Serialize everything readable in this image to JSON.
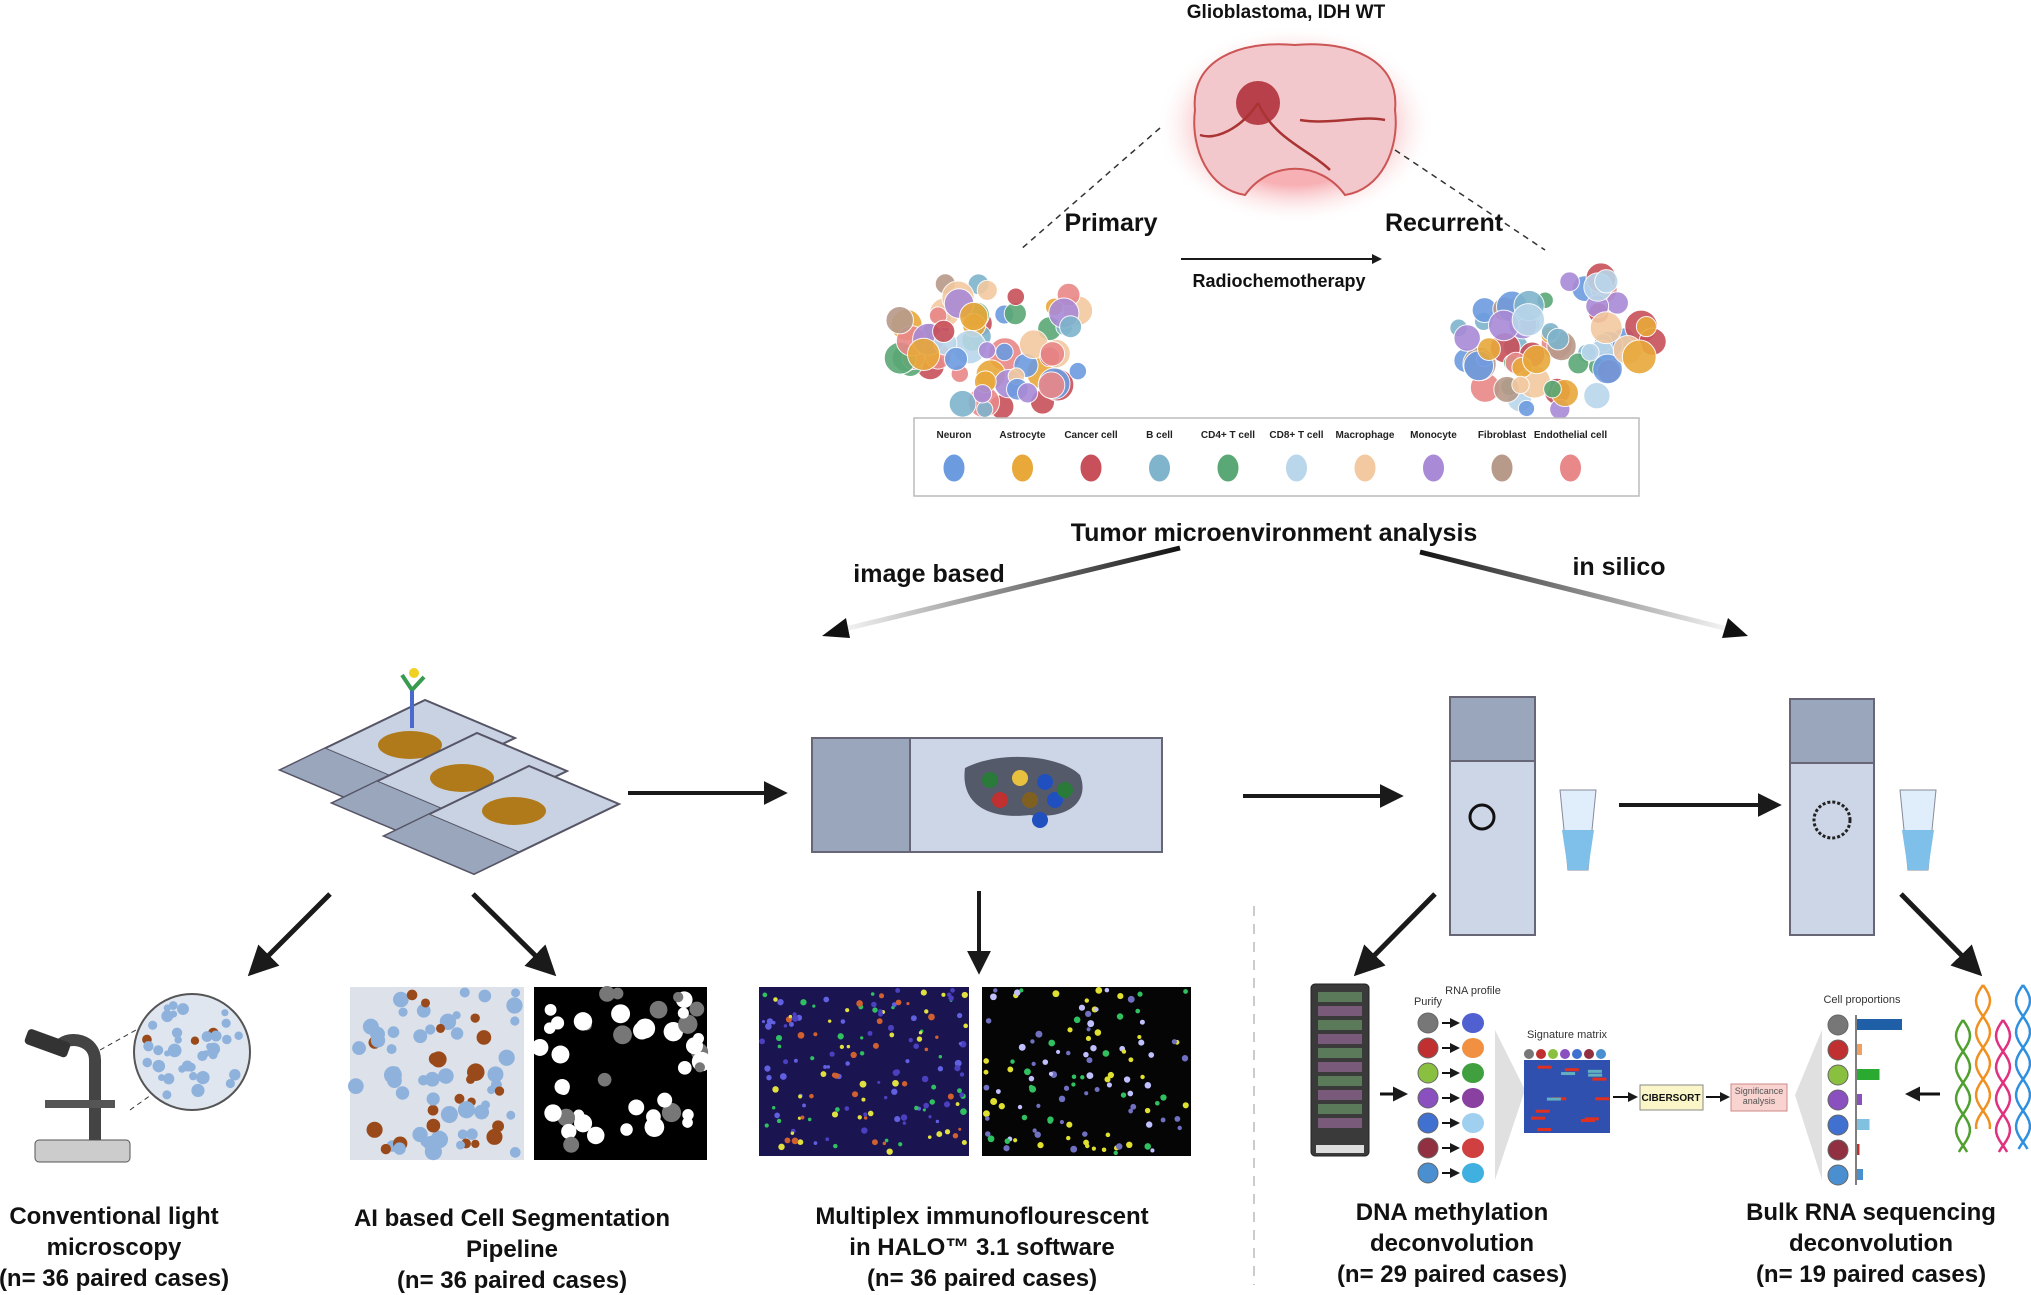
{
  "title": "Glioblastoma, IDH WT",
  "timepoints": {
    "primary": "Primary",
    "recurrent": "Recurrent",
    "treatment": "Radiochemotherapy"
  },
  "legend": {
    "cell_types": [
      "Neuron",
      "Astrocyte",
      "Cancer cell",
      "B cell",
      "CD4+ T cell",
      "CD8+ T cell",
      "Macrophage",
      "Monocyte",
      "Fibroblast",
      "Endothelial cell"
    ],
    "colors": [
      "#6d9be0",
      "#e8a83a",
      "#c8505a",
      "#7fb4cc",
      "#5aa875",
      "#b9d6ea",
      "#f2c9a0",
      "#a98ad6",
      "#b79a8a",
      "#e98888"
    ]
  },
  "analysis": {
    "title": "Tumor microenvironment analysis",
    "left": "image based",
    "right": "in silico"
  },
  "pipeline": {
    "signature_matrix": "Signature matrix",
    "purify": "Purify",
    "rna_profile": "RNA profile",
    "cibersort": "CIBERSORT",
    "significance": "Significance analysis",
    "cell_proportions": "Cell proportions",
    "proportion_values": [
      0.9,
      0.1,
      0.45,
      0.1,
      0.25,
      0.05,
      0.12
    ],
    "proportion_colors": [
      "#1f5fa8",
      "#f0a060",
      "#2aaa30",
      "#8a50c0",
      "#80c0e0",
      "#c03030",
      "#4a90d0"
    ]
  },
  "methods": [
    {
      "line1": "Conventional light",
      "line2": "microscopy",
      "n": "(n= 36 paired cases)"
    },
    {
      "line1": "AI based Cell Segmentation",
      "line2": "Pipeline",
      "n": "(n= 36 paired cases)"
    },
    {
      "line1": "Multiplex immunoflourescent",
      "line2": "in HALO™ 3.1 software",
      "n": "(n= 36 paired cases)"
    },
    {
      "line1": "DNA methylation",
      "line2": "deconvolution",
      "n": "(n= 29 paired cases)"
    },
    {
      "line1": "Bulk RNA sequencing",
      "line2": "deconvolution",
      "n": "(n= 19 paired cases)"
    }
  ],
  "colors": {
    "title": "#d23a3a",
    "arrow": "#1a1a1a",
    "slide": "#aab4c8"
  }
}
